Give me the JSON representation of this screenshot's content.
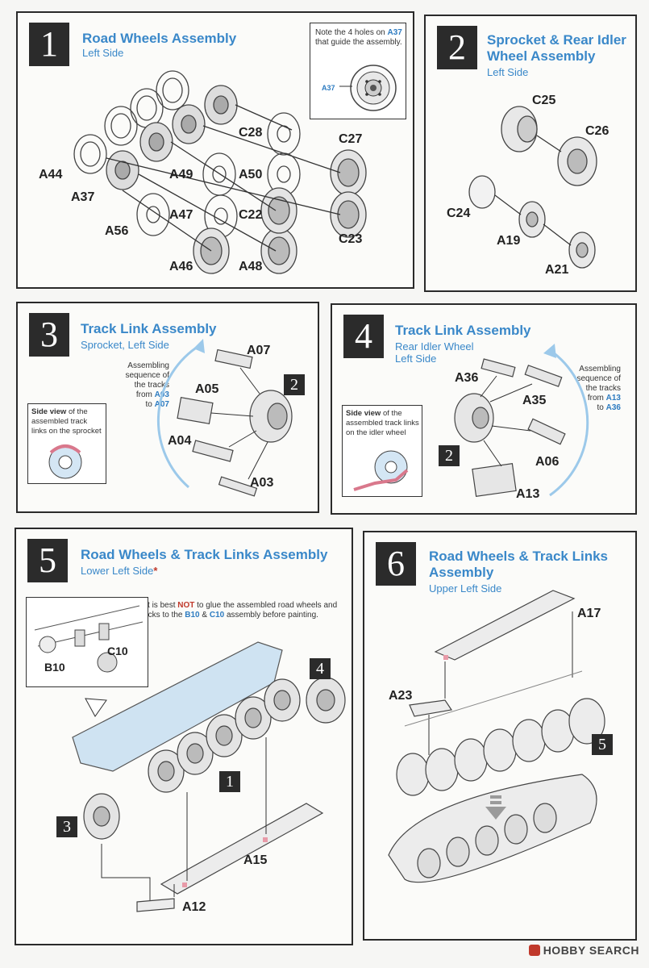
{
  "step1": {
    "num": "1",
    "title": "Road Wheels Assembly",
    "subtitle": "Left Side",
    "note_prefix": "Note the 4 holes on ",
    "note_part": "A37",
    "note_suffix": "that guide the assembly.",
    "inset_label": "A37",
    "parts": [
      "C28",
      "C27",
      "A44",
      "A49",
      "A50",
      "A37",
      "A47",
      "C22",
      "C23",
      "A56",
      "A46",
      "A48"
    ]
  },
  "step2": {
    "num": "2",
    "title_line1": "Sprocket & Rear Idler",
    "title_line2": "Wheel Assembly",
    "subtitle": "Left Side",
    "parts": [
      "C25",
      "C26",
      "C24",
      "A19",
      "A21"
    ]
  },
  "step3": {
    "num": "3",
    "title": "Track Link Assembly",
    "subtitle": "Sprocket, Left Side",
    "seq_line1": "Assembling",
    "seq_line2": "sequence of",
    "seq_line3": "the tracks",
    "seq_from": "from ",
    "seq_from_part": "A03",
    "seq_to": "to ",
    "seq_to_part": "A07",
    "side_bold": "Side view",
    "side_rest1": " of the",
    "side_rest2": "assembled track links",
    "side_rest3": "on the sprocket",
    "ref_badge": "2",
    "parts": [
      "A07",
      "A05",
      "A04",
      "A03"
    ]
  },
  "step4": {
    "num": "4",
    "title": "Track Link Assembly",
    "subtitle_line1": "Rear Idler Wheel",
    "subtitle_line2": "Left Side",
    "seq_line1": "Assembling",
    "seq_line2": "sequence of",
    "seq_line3": "the tracks",
    "seq_from": "from ",
    "seq_from_part": "A13",
    "seq_to": "to ",
    "seq_to_part": "A36",
    "side_bold": "Side view",
    "side_rest1": " of the",
    "side_rest2": "assembled track links",
    "side_rest3": "on the idler wheel",
    "ref_badge": "2",
    "parts": [
      "A36",
      "A35",
      "A06",
      "A13"
    ]
  },
  "step5": {
    "num": "5",
    "title": "Road Wheels & Track Links Assembly",
    "subtitle": "Lower Left Side",
    "note_a": "It is best ",
    "note_not": "NOT",
    "note_b": " to glue the assembled road wheels and",
    "note_c": "tracks to the ",
    "note_b10": "B10",
    "note_amp": " & ",
    "note_c10": "C10",
    "note_d": " assembly before painting.",
    "ref_badges": [
      "4",
      "1",
      "3"
    ],
    "parts": [
      "B10",
      "C10",
      "A15",
      "A12"
    ]
  },
  "step6": {
    "num": "6",
    "title_line1": "Road Wheels & Track Links",
    "title_line2": "Assembly",
    "subtitle": "Upper Left Side",
    "ref_badge": "5",
    "parts": [
      "A17",
      "A23"
    ]
  },
  "footer": {
    "brand": "HOBBY SEARCH"
  },
  "colors": {
    "accent": "#3a88c9",
    "hull": "#cfe3f2",
    "highlight": "#e89aa8"
  }
}
